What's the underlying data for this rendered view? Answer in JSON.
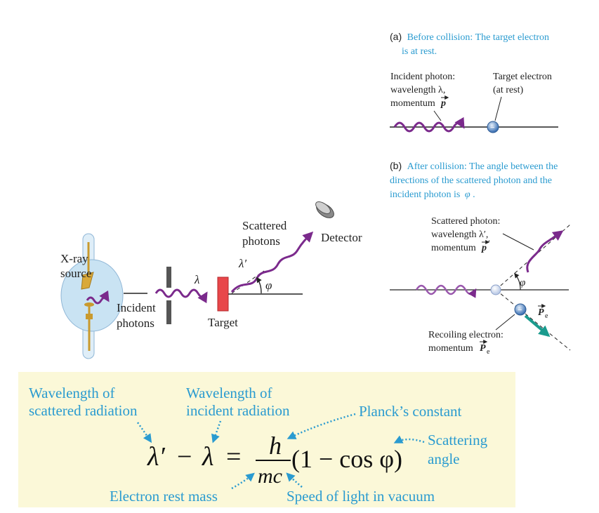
{
  "colors": {
    "photon": "#7b2a8c",
    "caption_blue": "#2a9bd0",
    "formula_bg": "#fbf8d8",
    "target_red": "#e8474a",
    "source_blue": "#c9e3f3",
    "tube_gold": "#c99a2e",
    "electron_blue": "#5b8ec9",
    "recoil_teal": "#1a9b8e"
  },
  "setup": {
    "xray_source": "X-ray",
    "xray_source_2": "source",
    "incident": "Incident",
    "incident_2": "photons",
    "lambda": "λ",
    "target": "Target",
    "scattered": "Scattered",
    "scattered_2": "photons",
    "lambda_prime": "λ′",
    "phi": "φ",
    "detector": "Detector"
  },
  "panel_a": {
    "tag": "(a)",
    "caption_1": "Before collision: The target electron",
    "caption_2": "is at rest.",
    "photon_label_1": "Incident photon:",
    "photon_label_2": "wavelength λ,",
    "photon_label_3": "momentum",
    "p_vec": "p",
    "electron_label_1": "Target electron",
    "electron_label_2": "(at rest)",
    "electron_sign": "−"
  },
  "panel_b": {
    "tag": "(b)",
    "caption_1": "After collision: The angle between the",
    "caption_2": "directions of the scattered photon and the",
    "caption_3": "incident photon is",
    "caption_phi": "φ",
    "caption_dot": ".",
    "scattered_1": "Scattered photon:",
    "scattered_2": "wavelength λ′,",
    "scattered_3": "momentum",
    "p_prime_vec": "p",
    "p_prime_mark": "′",
    "phi": "φ",
    "pe_vec": "P",
    "pe_sub": "e",
    "recoil_1": "Recoiling electron:",
    "recoil_2": "momentum",
    "recoil_vec": "P",
    "recoil_sub": "e",
    "electron_sign": "−"
  },
  "formula": {
    "lhs_prime": "λ′",
    "minus_1": "−",
    "lhs_lambda": "λ",
    "equals": "=",
    "numerator": "h",
    "denominator": "mc",
    "paren_expr": "(1 − cos φ)",
    "ann_scattered_1": "Wavelength of",
    "ann_scattered_2": "scattered radiation",
    "ann_incident_1": "Wavelength of",
    "ann_incident_2": "incident radiation",
    "ann_planck": "Planck’s constant",
    "ann_angle_1": "Scattering",
    "ann_angle_2": "angle",
    "ann_rest_mass": "Electron rest mass",
    "ann_light": "Speed of light in vacuum"
  }
}
